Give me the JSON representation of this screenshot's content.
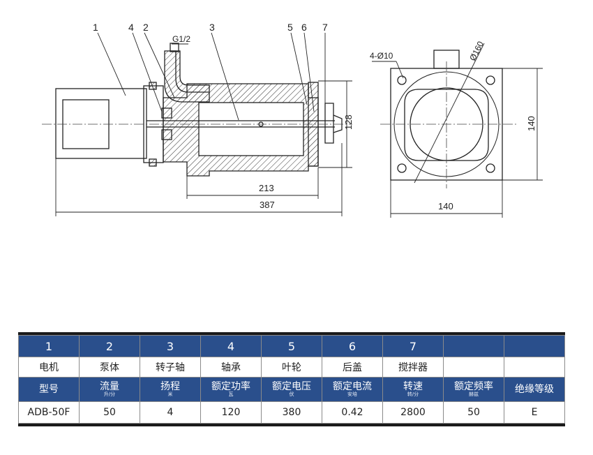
{
  "drawing": {
    "callouts": [
      "1",
      "4",
      "2",
      "G1/2",
      "3",
      "5",
      "6",
      "7"
    ],
    "dimensions": {
      "length_total": "387",
      "length_pump": "213",
      "height_side": "128",
      "end_height": "140",
      "end_width": "140",
      "bolt_holes": "4-Ø10",
      "flange_diameter": "Ø160"
    }
  },
  "table": {
    "numbers": [
      "1",
      "2",
      "3",
      "4",
      "5",
      "6",
      "7",
      "",
      ""
    ],
    "parts": [
      "电机",
      "泵体",
      "转子轴",
      "轴承",
      "叶轮",
      "后盖",
      "搅拌器",
      "",
      ""
    ],
    "headers": [
      {
        "label": "型号",
        "unit": ""
      },
      {
        "label": "流量",
        "unit": "升/分"
      },
      {
        "label": "扬程",
        "unit": "米"
      },
      {
        "label": "额定功率",
        "unit": "瓦"
      },
      {
        "label": "额定电压",
        "unit": "伏"
      },
      {
        "label": "额定电流",
        "unit": "安培"
      },
      {
        "label": "转速",
        "unit": "转/分"
      },
      {
        "label": "额定频率",
        "unit": "赫兹"
      },
      {
        "label": "绝缘等级",
        "unit": ""
      }
    ],
    "values": [
      "ADB-50F",
      "50",
      "4",
      "120",
      "380",
      "0.42",
      "2800",
      "50",
      "E"
    ]
  },
  "colors": {
    "header_blue": "#2a4f8c",
    "line": "#1a1a1a"
  }
}
